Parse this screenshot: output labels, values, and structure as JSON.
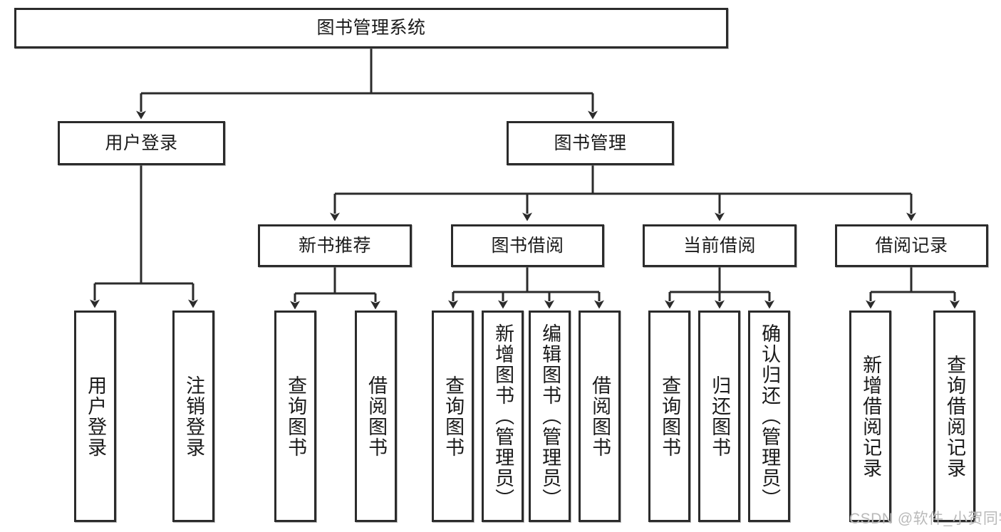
{
  "diagram": {
    "title_box": {
      "label": "图书管理系统"
    },
    "level2": [
      {
        "label": "用户登录"
      },
      {
        "label": "图书管理"
      }
    ],
    "level3": [
      {
        "label": "新书推荐"
      },
      {
        "label": "图书借阅"
      },
      {
        "label": "当前借阅"
      },
      {
        "label": "借阅记录"
      }
    ],
    "leaves": [
      {
        "label": "用户登录"
      },
      {
        "label": "注销登录"
      },
      {
        "label": "查询图书"
      },
      {
        "label": "借阅图书"
      },
      {
        "label": "查询图书"
      },
      {
        "label": "新增图书（管理员）"
      },
      {
        "label": "编辑图书（管理员）"
      },
      {
        "label": "借阅图书"
      },
      {
        "label": "查询图书"
      },
      {
        "label": "归还图书"
      },
      {
        "label": "确认归还（管理员）"
      },
      {
        "label": "新增借阅记录"
      },
      {
        "label": "查询借阅记录"
      }
    ],
    "watermark": "CSDN @软件_小贺同学",
    "colors": {
      "stroke": "#2b2b2b",
      "fill": "#ffffff",
      "text": "#1a1a1a",
      "watermark": "#b9b9b9"
    }
  }
}
